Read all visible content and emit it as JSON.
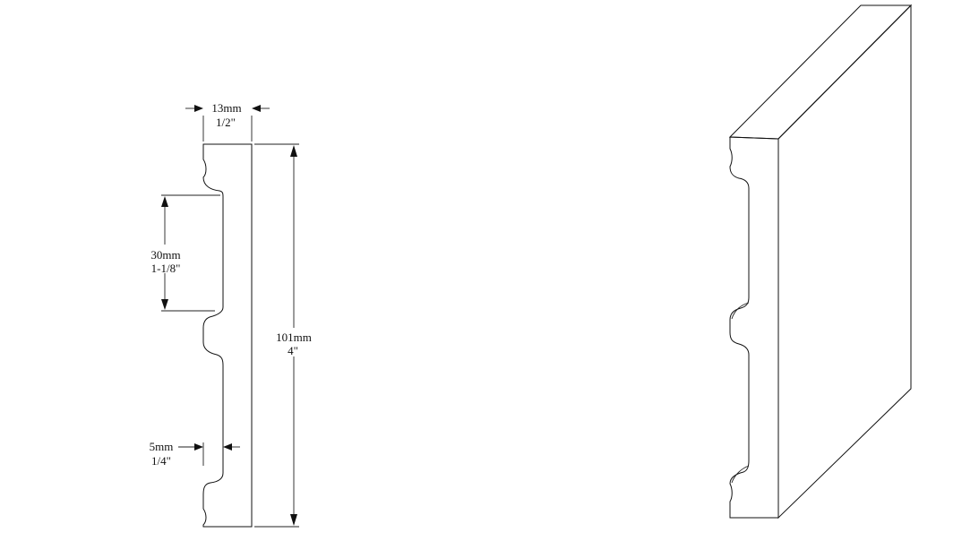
{
  "dimensions": {
    "thickness": {
      "metric": "13mm",
      "imperial": "1/2\""
    },
    "groove_spacing": {
      "metric": "30mm",
      "imperial": "1-1/8\""
    },
    "height": {
      "metric": "101mm",
      "imperial": "4\""
    },
    "groove_depth": {
      "metric": "5mm",
      "imperial": "1/4\""
    }
  }
}
